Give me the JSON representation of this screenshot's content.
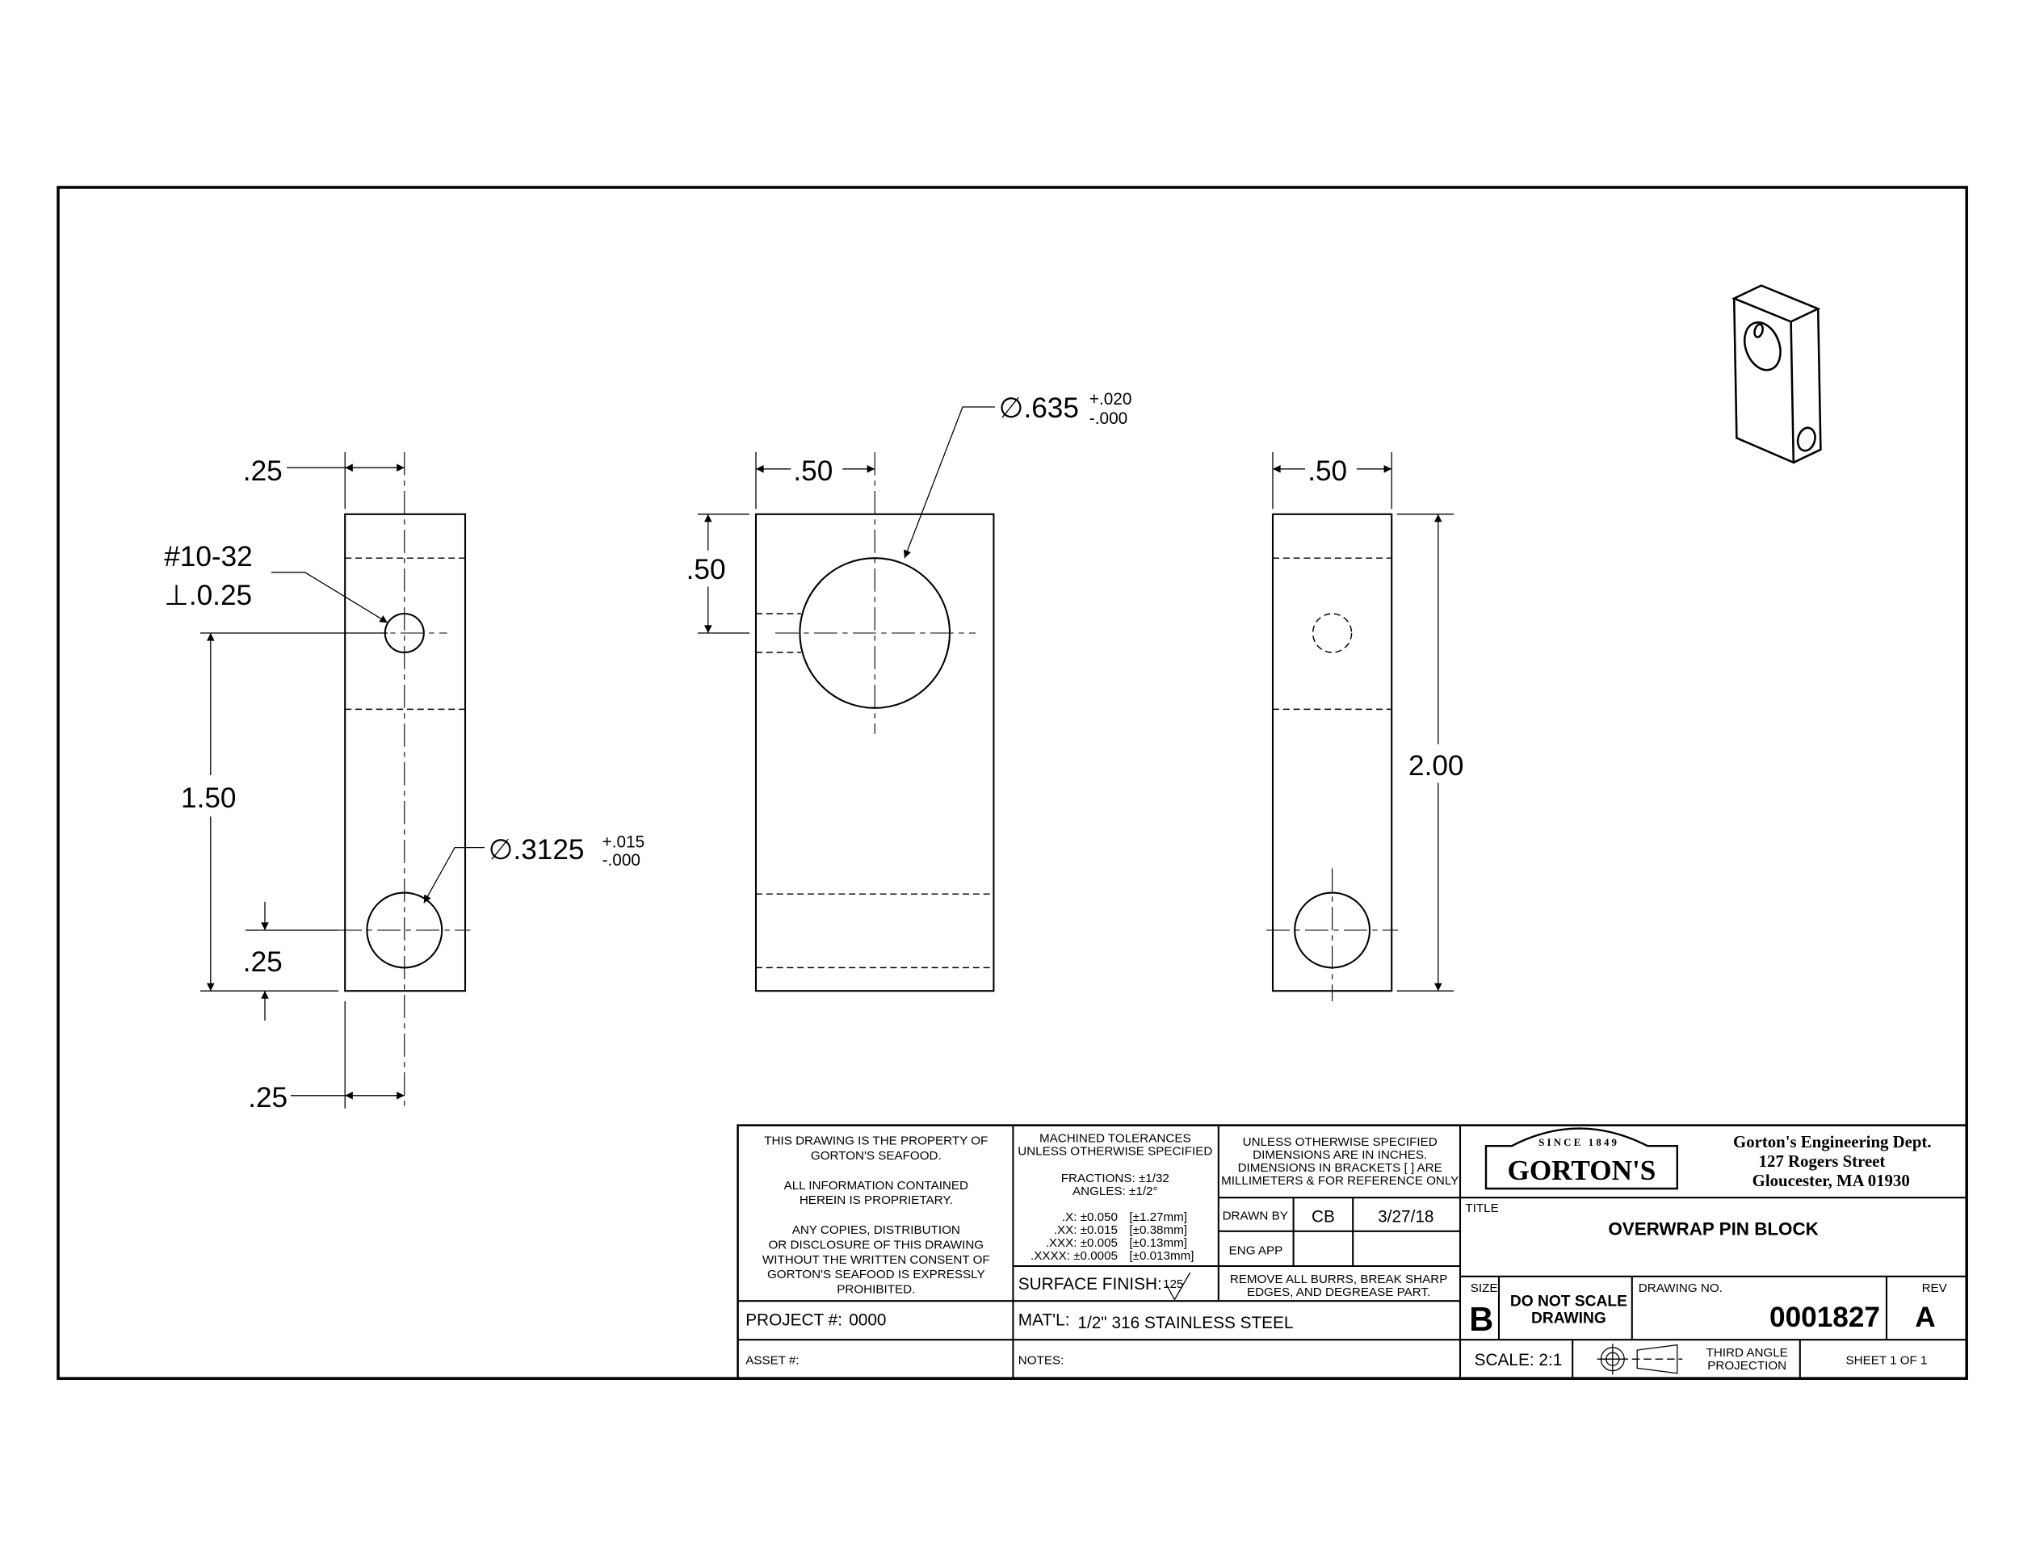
{
  "left_view": {
    "top_dim": ".25",
    "thread_callout": "#10-32",
    "thread_depth": "⊥.0.25",
    "vertical_dim": "1.50",
    "hole_diameter": "∅.3125",
    "hole_tol_plus": "+.015",
    "hole_tol_minus": "-.000",
    "edge_dim": ".25",
    "bottom_dim": ".25"
  },
  "front_view": {
    "top_dim": ".50",
    "side_dim": ".50",
    "hole_diameter": "∅.635",
    "hole_tol_plus": "+.020",
    "hole_tol_minus": "-.000"
  },
  "right_view": {
    "top_dim": ".50",
    "height_dim": "2.00"
  },
  "title_block": {
    "property_notice": [
      "THIS DRAWING IS THE PROPERTY OF",
      "GORTON'S SEAFOOD.",
      "",
      "ALL INFORMATION CONTAINED",
      "HEREIN IS PROPRIETARY.",
      "",
      "ANY COPIES, DISTRIBUTION",
      "OR DISCLOSURE OF THIS DRAWING",
      "WITHOUT THE WRITTEN CONSENT OF",
      "GORTON'S SEAFOOD IS EXPRESSLY",
      "PROHIBITED."
    ],
    "tolerances_header": [
      "MACHINED TOLERANCES",
      "UNLESS OTHERWISE SPECIFIED"
    ],
    "fractions": "FRACTIONS: ±1/32",
    "angles": "ANGLES: ±1/2°",
    "tolerances": [
      {
        "label": ".X: ±0.050",
        "mm": "[±1.27mm]"
      },
      {
        "label": ".XX: ±0.015",
        "mm": "[±0.38mm]"
      },
      {
        "label": ".XXX: ±0.005",
        "mm": "[±0.13mm]"
      },
      {
        "label": ".XXXX: ±0.0005",
        "mm": "[±0.013mm]"
      }
    ],
    "units_note": [
      "UNLESS OTHERWISE SPECIFIED",
      "DIMENSIONS ARE IN INCHES.",
      "DIMENSIONS IN BRACKETS [ ] ARE",
      "MILLIMETERS & FOR REFERENCE ONLY"
    ],
    "drawn_by_label": "DRAWN BY",
    "drawn_by": "CB",
    "drawn_date": "3/27/18",
    "eng_app_label": "ENG APP",
    "surface_finish_label": "SURFACE FINISH:",
    "surface_finish_value": "125",
    "deburr_note": [
      "REMOVE ALL BURRS, BREAK SHARP",
      "EDGES, AND DEGREASE PART."
    ],
    "project_label": "PROJECT #:",
    "project_value": "0000",
    "material_label": "MAT'L:",
    "material_value": "1/2\" 316 STAINLESS STEEL",
    "asset_label": "ASSET #:",
    "notes_label": "NOTES:",
    "logo_since": "SINCE 1849",
    "logo_name": "GORTON'S",
    "company": [
      "Gorton's Engineering Dept.",
      "127 Rogers Street",
      "Gloucester, MA 01930"
    ],
    "title_label": "TITLE",
    "title": "OVERWRAP PIN BLOCK",
    "size_label": "SIZE",
    "size": "B",
    "do_not_scale": [
      "DO NOT SCALE",
      "DRAWING"
    ],
    "drawing_no_label": "DRAWING NO.",
    "drawing_no": "0001827",
    "rev_label": "REV",
    "rev": "A",
    "scale": "SCALE: 2:1",
    "projection": [
      "THIRD ANGLE",
      "PROJECTION"
    ],
    "sheet": "SHEET 1 OF 1"
  }
}
